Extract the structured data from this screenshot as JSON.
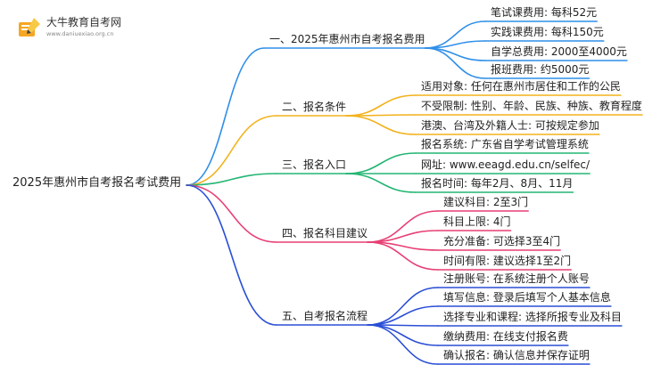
{
  "logo": {
    "title": "大牛教育自考网",
    "url": "www.daniuexiao.org.cn",
    "icon": "pencil-book-icon"
  },
  "root": "2025年惠州市自考报名考试费用",
  "branches": [
    {
      "id": "fee",
      "label": "一、2025年惠州市自考报名费用",
      "color": "#2f8fe8",
      "children": [
        "笔试课费用: 每科52元",
        "实践课费用: 每科150元",
        "自学总费用: 2000至4000元",
        "报班费用: 约5000元"
      ]
    },
    {
      "id": "conditions",
      "label": "二、报名条件",
      "color": "#f2b21b",
      "children": [
        "适用对象: 任何在惠州市居住和工作的公民",
        "不受限制: 性别、年龄、民族、种族、教育程度",
        "港澳、台湾及外籍人士: 可按规定参加"
      ]
    },
    {
      "id": "entry",
      "label": "三、报名入口",
      "color": "#22b573",
      "children": [
        "报名系统: 广东省自学考试管理系统",
        "网址: www.eeagd.edu.cn/selfec/",
        "报名时间: 每年2月、8月、11月"
      ]
    },
    {
      "id": "subjects",
      "label": "四、报名科目建议",
      "color": "#e83f74",
      "children": [
        "建议科目: 2至3门",
        "科目上限: 4门",
        "充分准备: 可选择3至4门",
        "时间有限: 建议选择1至2门"
      ]
    },
    {
      "id": "process",
      "label": "五、自考报名流程",
      "color": "#2a4fd6",
      "children": [
        "注册账号: 在系统注册个人账号",
        "填写信息: 登录后填写个人基本信息",
        "选择专业和课程: 选择所报专业及科目",
        "缴纳费用: 在线支付报名费",
        "确认报名: 确认信息并保存证明"
      ]
    }
  ]
}
